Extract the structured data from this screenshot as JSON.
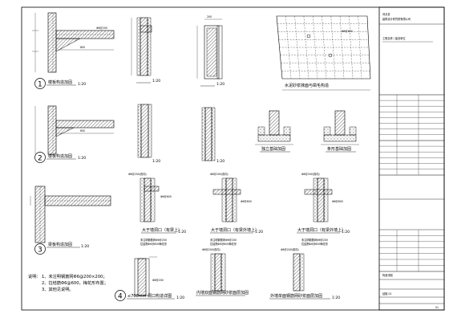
{
  "title_block": {
    "logo_text": "河北省",
    "company_text": "建筑设计研究院有限公司",
    "project_label": "工程名称 / 建设单位",
    "drawing_title": "构造详图",
    "drawing_no": "结施-01",
    "page_no": "01"
  },
  "details": [
    {
      "num": "1",
      "title": "楼板构造加固",
      "scale": "1:20"
    },
    {
      "num": "2",
      "title": "楼板构造加固",
      "scale": "1:20"
    },
    {
      "num": "3",
      "title": "梁板构造加固",
      "scale": "1:20"
    },
    {
      "num": "4",
      "title": "≤700mm 洞口构造详图",
      "scale": "1:20"
    }
  ],
  "labels": {
    "col2_top": "1:20",
    "col3_top": "1:20",
    "grid_title": "水泥砂浆抹面与凿毛构造",
    "col2_mid": "1:20",
    "col3_mid": "1:20",
    "foot1": "独立基础加固",
    "foot2": "条形基础加固",
    "wall1": "大于墙洞口（有梁上）",
    "wall2": "大于墙洞口（有梁外墙上）",
    "wall3": "大于墙洞口（有梁外墙上）",
    "wall_scale": "1:20",
    "bottom1": "内墙双面钢筋网砂浆面层加固",
    "bottom2": "外墙单面钢筋网砂浆面层加固",
    "bottom_scale": "1:20"
  },
  "notes": {
    "heading": "说明：",
    "line1": "1、未注明钢筋网Φ6@200×200；",
    "line2": "2、拉结筋Φ6@600，梅花形布置；",
    "line3": "3、其他见说明。"
  }
}
